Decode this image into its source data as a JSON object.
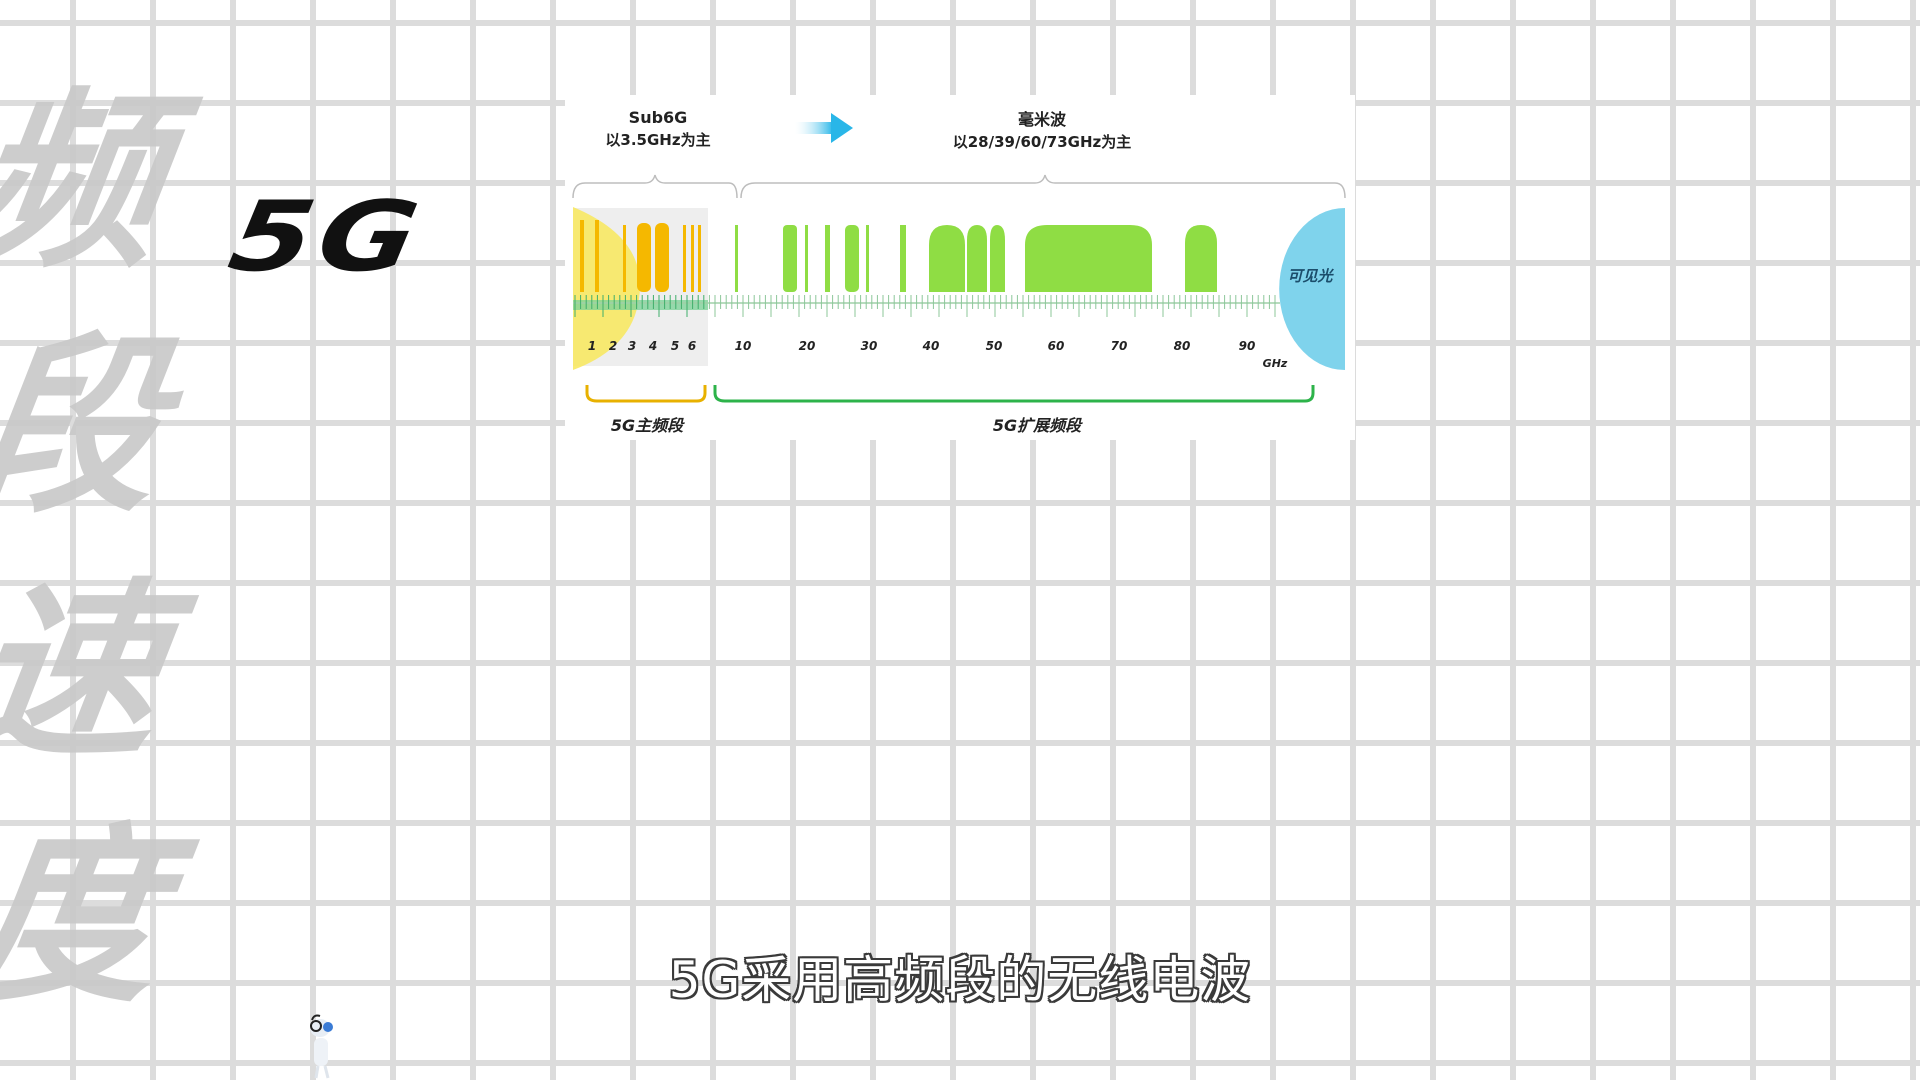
{
  "side_title": [
    "频",
    "段",
    "速",
    "度"
  ],
  "logo": "5G",
  "diagram": {
    "sub6g_title": "Sub6G",
    "sub6g_subtitle": "以3.5GHz为主",
    "mmwave_title": "毫米波",
    "mmwave_subtitle": "以28/39/60/73GHz为主",
    "visible_light_label": "可见光",
    "unit_label": "GHz",
    "main_band_label": "5G主频段",
    "extended_band_label": "5G扩展频段",
    "ticks_low": [
      "1",
      "2",
      "3",
      "4",
      "5",
      "6"
    ],
    "ticks_high": [
      "10",
      "20",
      "30",
      "40",
      "50",
      "60",
      "70",
      "80",
      "90"
    ],
    "colors": {
      "sub6_yellow": "#f5b800",
      "mmwave_green": "#8fdd44",
      "visible_blue": "#7fd3ec",
      "brace_gold": "#e8b100",
      "brace_green": "#2db34a",
      "arrow_cyan": "#29b6e8"
    }
  },
  "caption": "5G采用高频段的无线电波",
  "icons": {
    "arrow": "arrow-right-icon",
    "mascot": "mascot-icon"
  }
}
